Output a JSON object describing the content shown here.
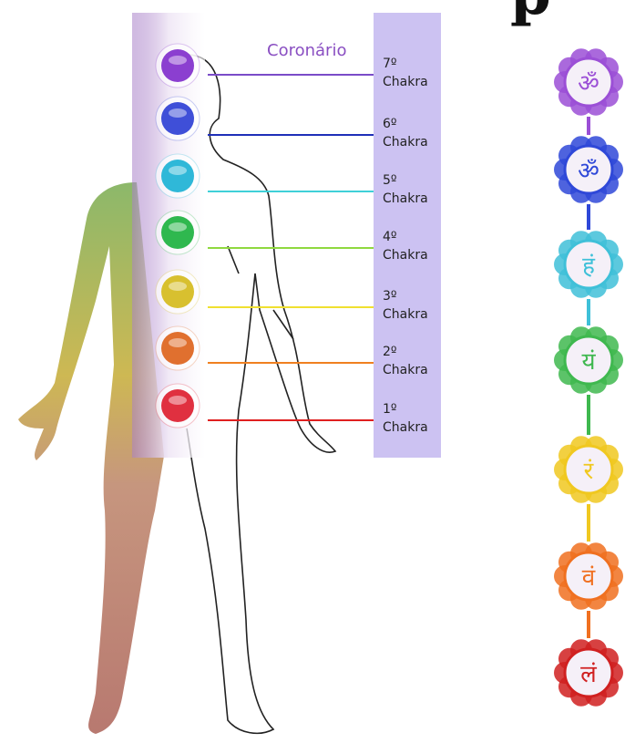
{
  "diagram": {
    "crown_label": "Coronário",
    "top_right_glyph": "p",
    "chakras": [
      {
        "number": "7º",
        "word": "Chakra",
        "color": "#8b3fd0",
        "line_color": "#7b4cc8",
        "icon_color": "#9b4fd6",
        "symbol": "ॐ"
      },
      {
        "number": "6º",
        "word": "Chakra",
        "color": "#3f4fd8",
        "line_color": "#1f2fb8",
        "icon_color": "#2f48d8",
        "symbol": "ॐ"
      },
      {
        "number": "5º",
        "word": "Chakra",
        "color": "#2fb8d8",
        "line_color": "#3fd0d8",
        "icon_color": "#3fc0d8",
        "symbol": "हं"
      },
      {
        "number": "4º",
        "word": "Chakra",
        "color": "#2fb84f",
        "line_color": "#8fd83f",
        "icon_color": "#3fb84f",
        "symbol": "यं"
      },
      {
        "number": "3º",
        "word": "Chakra",
        "color": "#d8c02f",
        "line_color": "#f0e030",
        "icon_color": "#f0c820",
        "symbol": "रं"
      },
      {
        "number": "2º",
        "word": "Chakra",
        "color": "#e0702f",
        "line_color": "#f08020",
        "icon_color": "#f07020",
        "symbol": "वं"
      },
      {
        "number": "1º",
        "word": "Chakra",
        "color": "#e03040",
        "line_color": "#e02020",
        "icon_color": "#d02020",
        "symbol": "लं"
      }
    ]
  }
}
